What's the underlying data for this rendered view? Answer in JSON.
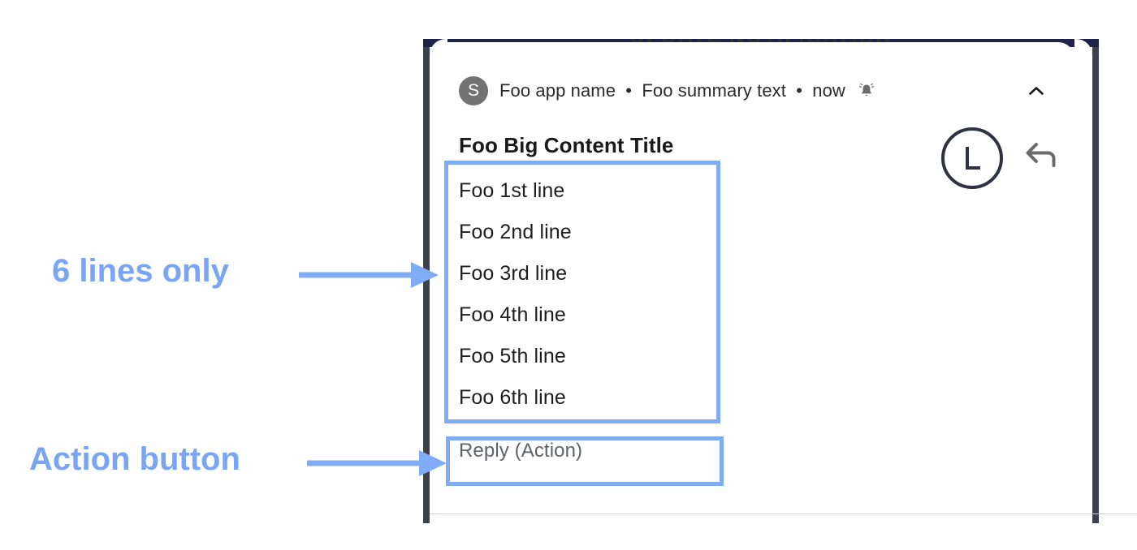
{
  "device": {
    "status_band_text": "UPDATE NOTIFICATION",
    "frame_color": "#3c414b",
    "band_color": "#1f2347"
  },
  "notification": {
    "avatar_initial": "S",
    "app_name": "Foo app name",
    "summary_text": "Foo summary text",
    "timestamp": "now",
    "separator": "•",
    "bell_icon": "bell-vibrate-icon",
    "collapse_icon": "chevron-up-icon",
    "content_title": "Foo Big Content Title",
    "large_avatar_initial": "L",
    "reply_icon": "reply-arrow-icon",
    "message_lines": [
      "Foo 1st line",
      "Foo 2nd line",
      "Foo 3rd line",
      "Foo 4th line",
      "Foo 5th line",
      "Foo 6th line"
    ],
    "action_label": "Reply (Action)"
  },
  "annotations": {
    "accent_color": "#80abf5",
    "lines_label": "6 lines only",
    "action_label": "Action button"
  }
}
